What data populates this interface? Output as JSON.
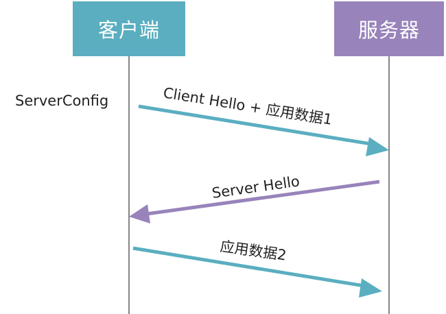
{
  "participants": {
    "client": {
      "label": "客户端",
      "color": "#5aaec0"
    },
    "server": {
      "label": "服务器",
      "color": "#9883bb"
    }
  },
  "side_note": "ServerConfig",
  "messages": [
    {
      "label": "Client Hello + 应用数据1",
      "from": "client",
      "to": "server",
      "color": "#5aaec0"
    },
    {
      "label": "Server Hello",
      "from": "server",
      "to": "client",
      "color": "#9883bb"
    },
    {
      "label": "应用数据2",
      "from": "client",
      "to": "server",
      "color": "#5aaec0"
    }
  ]
}
